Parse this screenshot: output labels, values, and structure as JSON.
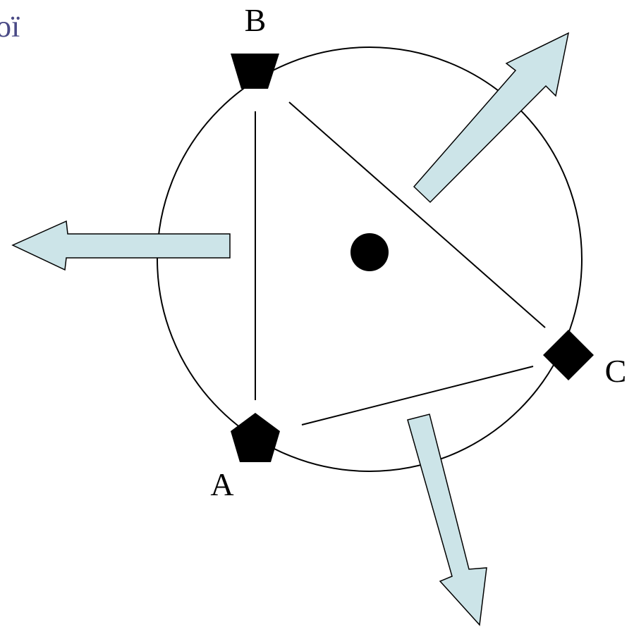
{
  "corner_text": "oï",
  "labels": {
    "a": "A",
    "b": "B",
    "c": "C"
  },
  "colors": {
    "outline": "#000000",
    "marker": "#000000",
    "arrow_fill": "#cce4e8",
    "arrow_stroke": "#000000",
    "corner_text": "#4a4a86"
  },
  "markers": {
    "a": "pentagon",
    "b": "trapezoid",
    "c": "diamond"
  },
  "icons": {
    "center": "filled-circle"
  }
}
